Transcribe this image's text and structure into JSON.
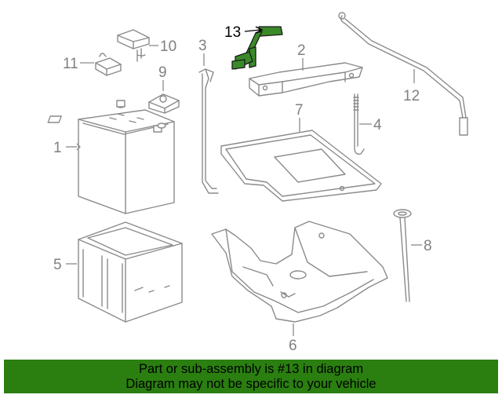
{
  "diagram": {
    "highlight_color": "#2a7f10",
    "callouts": [
      "1",
      "2",
      "3",
      "4",
      "5",
      "6",
      "7",
      "8",
      "9",
      "10",
      "11",
      "12",
      "13"
    ],
    "highlighted_callout": "13"
  },
  "banner": {
    "line1": "Part or sub-assembly is #13 in diagram",
    "line2": "Diagram may not be specific to your vehicle"
  }
}
